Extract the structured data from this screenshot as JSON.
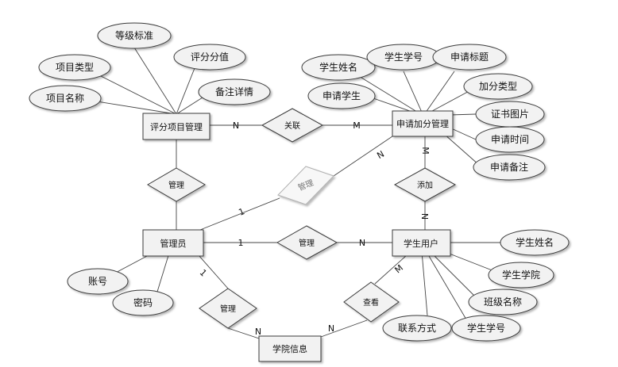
{
  "entities": {
    "score_item_mgmt": "评分项目管理",
    "bonus_mgmt": "申请加分管理",
    "admin": "管理员",
    "student_user": "学生用户",
    "college_info": "学院信息"
  },
  "attributes": {
    "grade_standard": "等级标准",
    "item_type": "项目类型",
    "score_value": "评分分值",
    "item_name": "项目名称",
    "remark_detail": "备注详情",
    "applicant_name": "学生姓名",
    "applicant_id": "学生学号",
    "apply_title": "申请标题",
    "bonus_type": "加分类型",
    "apply_student": "申请学生",
    "cert_image": "证书图片",
    "apply_time": "申请时间",
    "apply_remark": "申请备注",
    "account": "账号",
    "password": "密码",
    "student_name": "学生姓名",
    "student_college": "学生学院",
    "class_name": "班级名称",
    "contact": "联系方式",
    "student_id": "学生学号"
  },
  "relationships": {
    "associate": "关联",
    "manage_item": "管理",
    "manage_bonus": "管理",
    "add": "添加",
    "manage_student": "管理",
    "manage_college": "管理",
    "view": "查看"
  },
  "cardinalities": {
    "item_assoc": "N",
    "assoc_bonus": "M",
    "bonus_add": "M",
    "add_student": "N",
    "admin_bonus_one": "1",
    "admin_bonus_n": "N",
    "admin_student_one": "1",
    "admin_student_n": "N",
    "admin_college_one": "1",
    "college_admin_n": "N",
    "college_view_n": "N",
    "view_student_m": "M"
  }
}
